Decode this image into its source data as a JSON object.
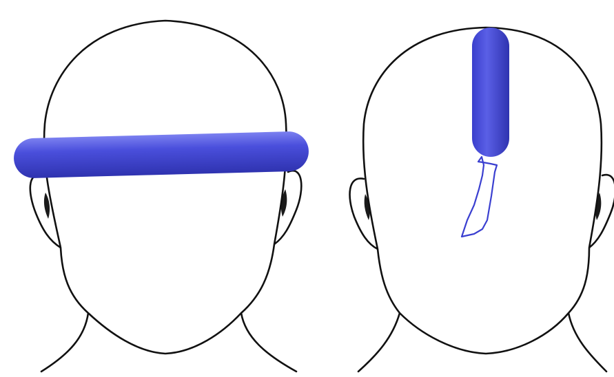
{
  "figure": {
    "panels": [
      {
        "id": "left",
        "band": "horizontal-band-across-forehead"
      },
      {
        "id": "right",
        "band": "vertical-band-on-top-of-head"
      }
    ],
    "colors": {
      "band": "#4a4fdc",
      "band_highlight": "#7b80f0",
      "band_shadow": "#2f33b0",
      "outline": "#111111",
      "background": "#ffffff",
      "pain_area_outline": "#3a3fd0"
    }
  }
}
